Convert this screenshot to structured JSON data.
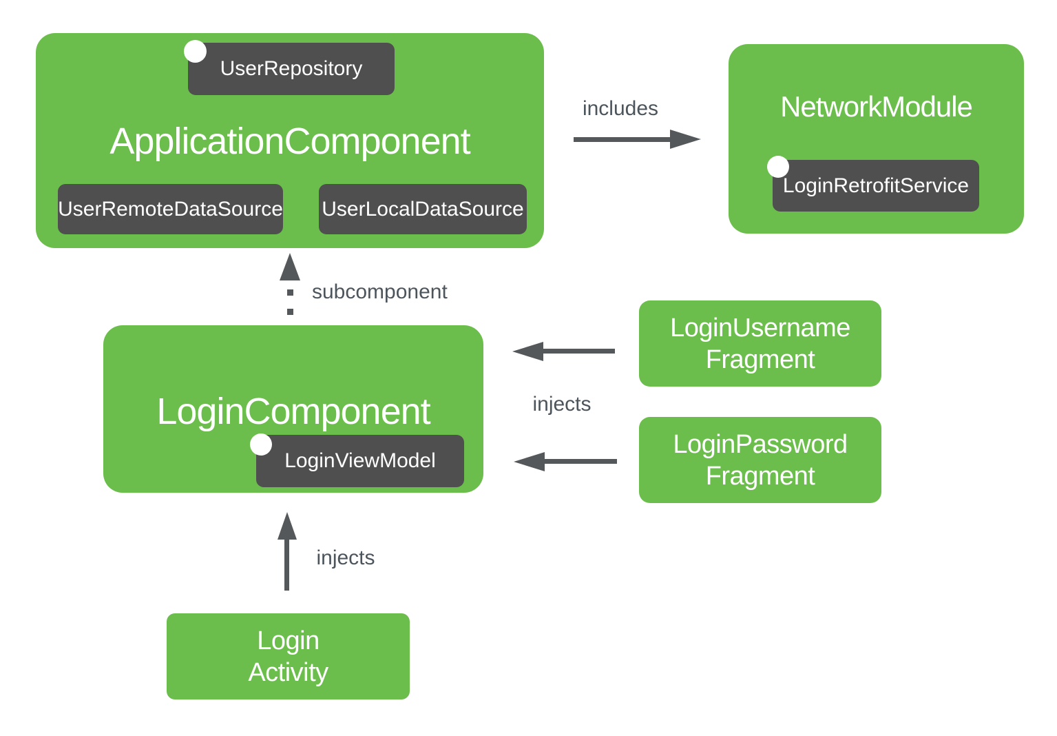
{
  "colors": {
    "green": "#6BBE4B",
    "dark": "#4F4F4F",
    "arrow": "#55585A",
    "label": "#4C545C",
    "text": "#FFFFFF",
    "bg": "#FFFFFF"
  },
  "nodes": {
    "application_component": {
      "title": "ApplicationComponent"
    },
    "user_repository": {
      "label": "UserRepository"
    },
    "user_remote_data_source": {
      "label": "UserRemoteDataSource"
    },
    "user_local_data_source": {
      "label": "UserLocalDataSource"
    },
    "network_module": {
      "title": "NetworkModule"
    },
    "login_retrofit_service": {
      "label": "LoginRetrofitService"
    },
    "login_component": {
      "title": "LoginComponent"
    },
    "login_view_model": {
      "label": "LoginViewModel"
    },
    "login_username_fragment": {
      "line1": "LoginUsername",
      "line2": "Fragment"
    },
    "login_password_fragment": {
      "line1": "LoginPassword",
      "line2": "Fragment"
    },
    "login_activity": {
      "line1": "Login",
      "line2": "Activity"
    }
  },
  "edges": {
    "includes": {
      "label": "includes"
    },
    "subcomponent": {
      "label": "subcomponent"
    },
    "injects_fragments": {
      "label": "injects"
    },
    "injects_activity": {
      "label": "injects"
    }
  }
}
